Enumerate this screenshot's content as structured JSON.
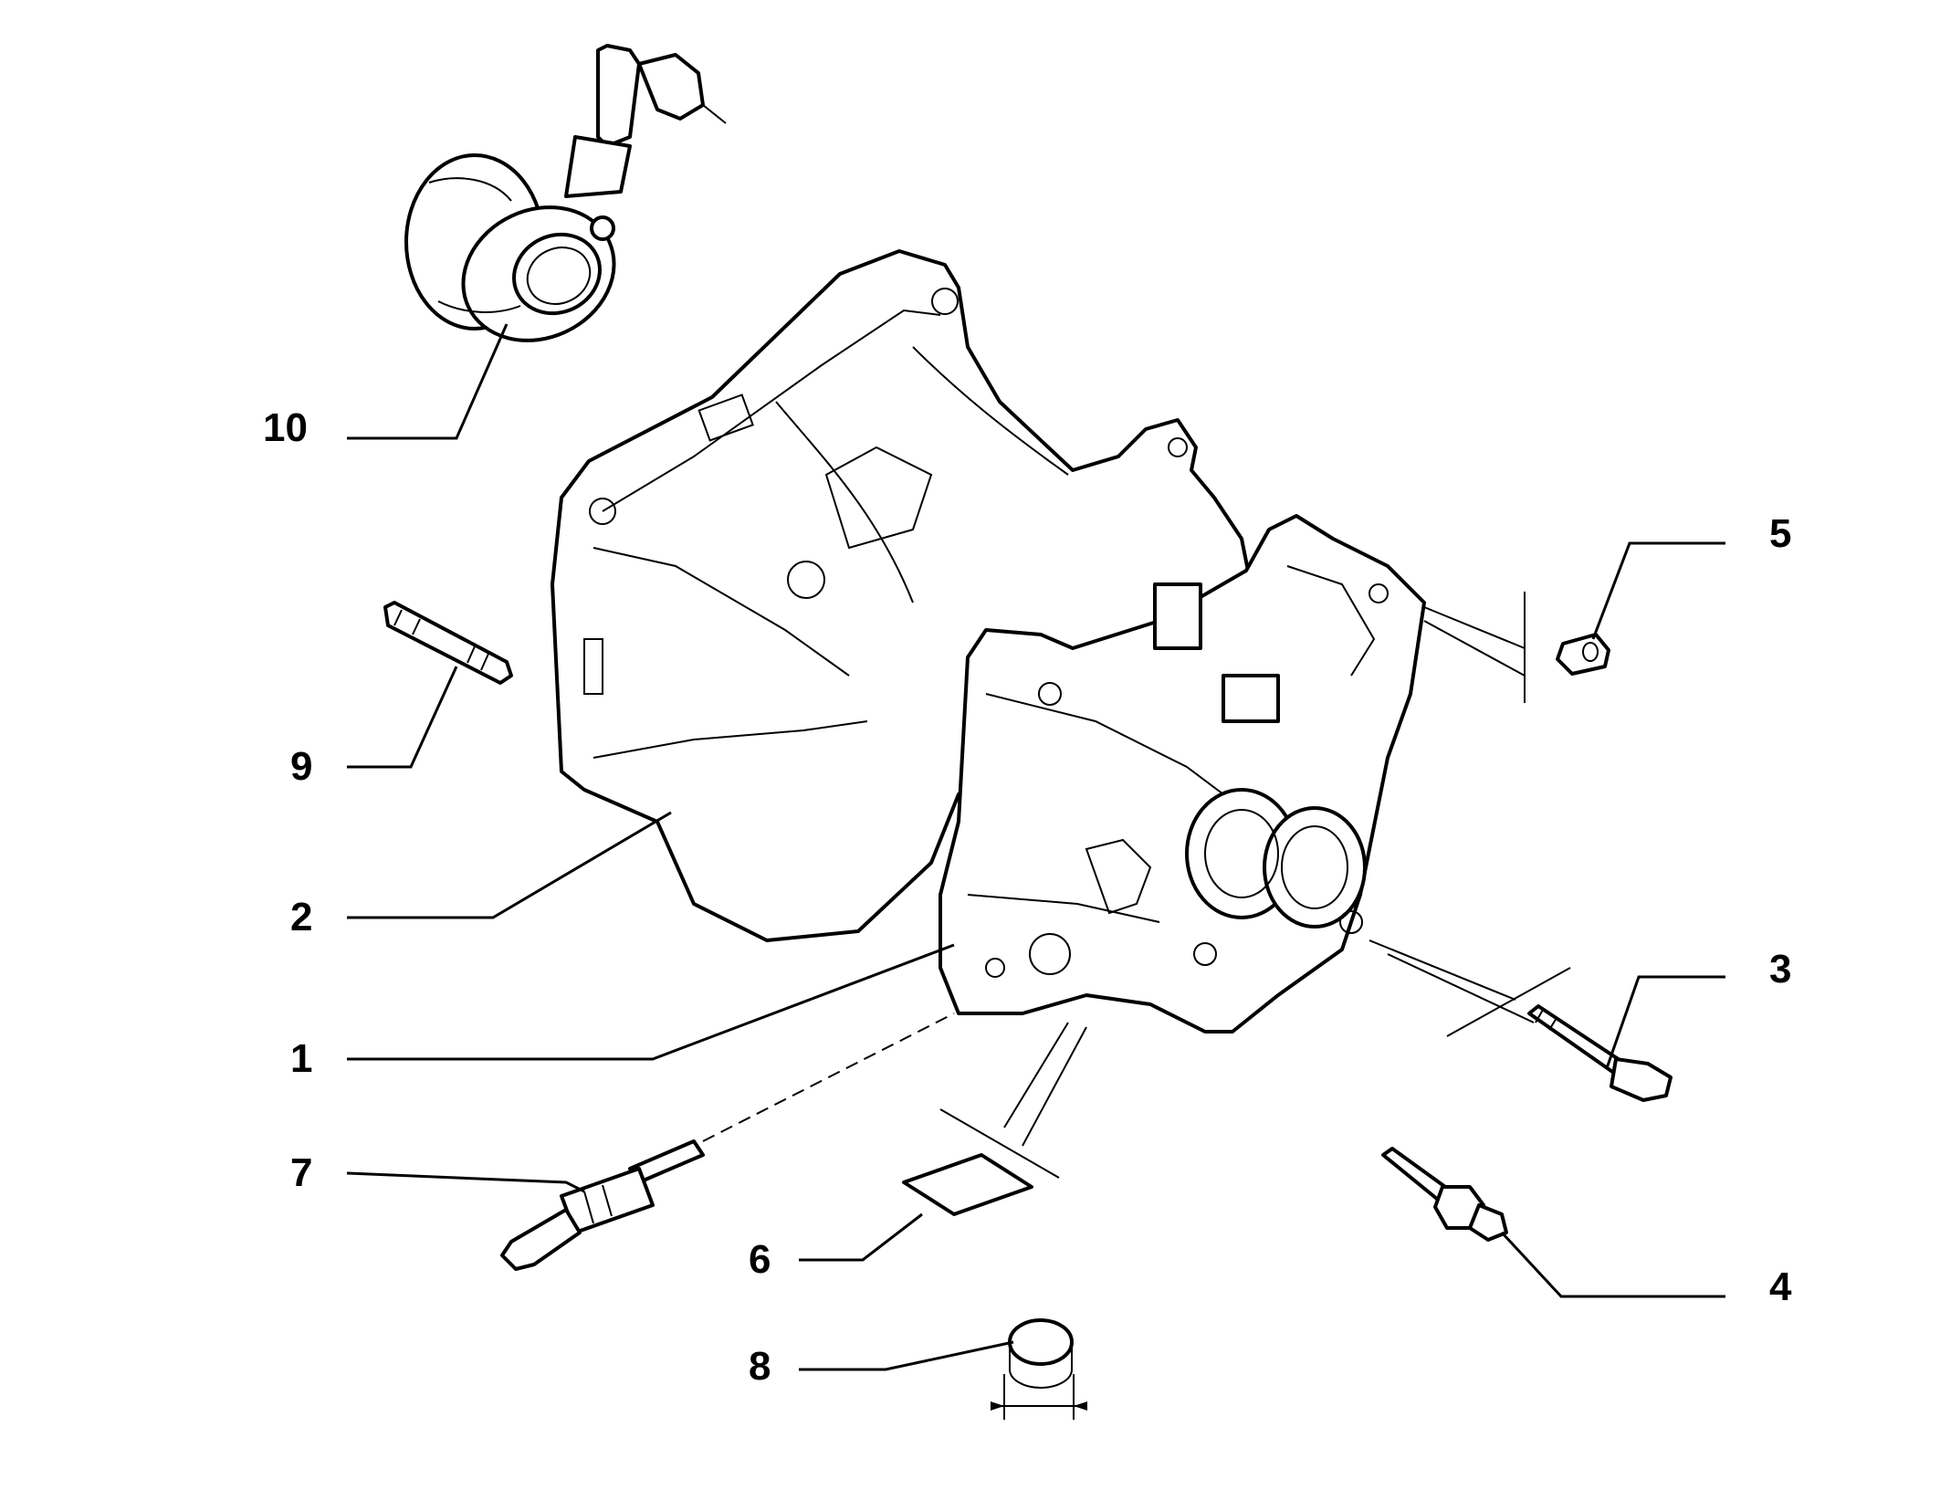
{
  "diagram": {
    "callouts": [
      {
        "id": "1",
        "label": "1"
      },
      {
        "id": "2",
        "label": "2"
      },
      {
        "id": "3",
        "label": "3"
      },
      {
        "id": "4",
        "label": "4"
      },
      {
        "id": "5",
        "label": "5"
      },
      {
        "id": "6",
        "label": "6"
      },
      {
        "id": "7",
        "label": "7"
      },
      {
        "id": "8",
        "label": "8"
      },
      {
        "id": "9",
        "label": "9"
      },
      {
        "id": "10",
        "label": "10"
      }
    ],
    "colors": {
      "ink": "#000000",
      "paper": "#ffffff"
    }
  }
}
